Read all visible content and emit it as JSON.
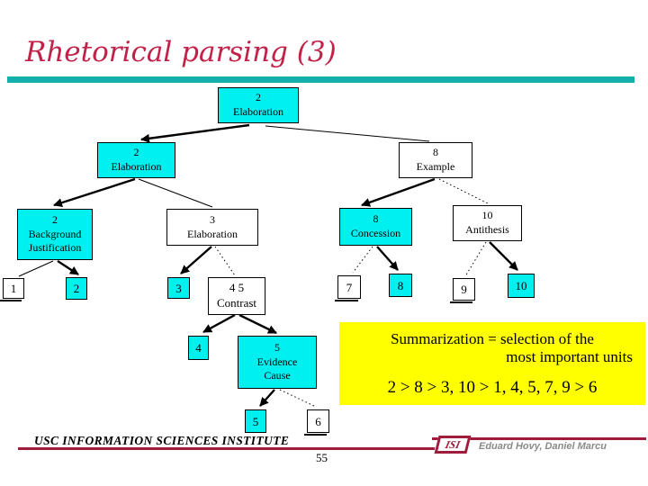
{
  "slide": {
    "title": "Rhetorical parsing (3)",
    "page_number": "55",
    "footer": {
      "institute": "USC INFORMATION SCIENCES INSTITUTE",
      "credits": "Eduard Hovy, Daniel Marcu",
      "logo": "ISI"
    }
  },
  "colors": {
    "title_red": "#C22148",
    "accent_teal": "#12AFAB",
    "node_cyan": "#00F0F0",
    "highlight_yellow": "#FFFF00",
    "footer_maroon": "#A01C3C"
  },
  "tree": {
    "root": {
      "num": "2",
      "rel": "Elaboration"
    },
    "elab2": {
      "num": "2",
      "rel": "Elaboration"
    },
    "example8": {
      "num": "8",
      "rel": "Example"
    },
    "background2": {
      "num": "2",
      "rel_line1": "Background",
      "rel_line2": "Justification"
    },
    "elaboration3": {
      "num": "3",
      "rel": "Elaboration"
    },
    "concession8": {
      "num": "8",
      "rel": "Concession"
    },
    "antithesis10": {
      "num": "10",
      "rel": "Antithesis"
    },
    "contrast45": {
      "num": "4 5",
      "rel": "Contrast"
    },
    "evidence5": {
      "num": "5",
      "rel_line1": "Evidence",
      "rel_line2": "Cause"
    },
    "leaves": {
      "l1": "1",
      "l2": "2",
      "l3": "3",
      "l4": "4",
      "l5": "5",
      "l6": "6",
      "l7": "7",
      "l8": "8",
      "l9": "9",
      "l10": "10"
    }
  },
  "summary": {
    "line1": "Summarization = selection of the",
    "line2": "most important units",
    "ranking": "2 > 8 > 3, 10 > 1, 4, 5, 7, 9 > 6"
  }
}
